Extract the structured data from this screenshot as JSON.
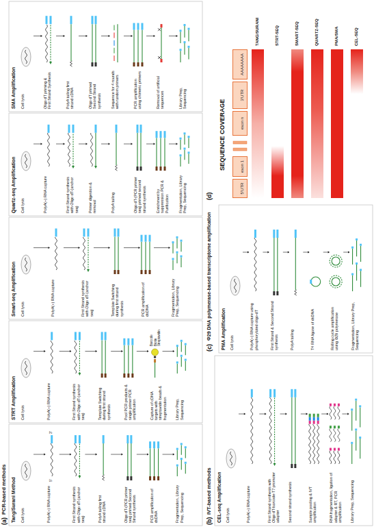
{
  "diagram": {
    "nodes": [
      {
        "text": [
          "5'UTR"
        ]
      },
      {
        "text": [
          "exon 1"
        ]
      },
      {
        "text": [
          "exon n"
        ]
      },
      {
        "text": [
          "3'UTR"
        ]
      },
      {
        "text": [
          "AAAAAAAA"
        ]
      }
    ],
    "labels": [
      "(a)",
      "PCR-based methods",
      "Tang/Surani Method",
      "Cell lysis",
      "PolyA(+) RNA capture",
      "First Strand synthesis with Oligo dT-(anchor seq)",
      "PolyA tailing first strand cDNA",
      "Oligo dT-(PCR primer seq) primed Second Strand synthesis",
      "PCR amplification of dsDNA",
      "Fragmentation, Library Prep, Sequencing",
      "STRT Amplification",
      "Cell lysis",
      "PolyA(+) RNA capture",
      "First Strand synthesis with Oligo dT-(anchor seq)",
      "Template Switching during first strand synthesis",
      "Pool PCR products & single primer PCR amplification",
      "Capture of cDNA targets with streptavidin beads & fragmentation",
      "Library Prep, Sequencing",
      "Barcode",
      "Biotin",
      "Streptavidin",
      "Smart-seq Amplification",
      "Cell lysis",
      "PolyA(+) RNA capture",
      "First Strand synthesis with Oligo dT-(anchor seq)",
      "Template Switching during first strand synthesis",
      "PCR amplification of dsDNA",
      "Fragmentation, Library Prep, Sequencing",
      "Quartz-seq Amplification",
      "Cell lysis",
      "PolyA(+) RNA capture",
      "First Strand synthesis with Oligo dT-(anchor seq)",
      "Primer digestion & removal",
      "PolyA tailing",
      "Oligo dT-(PCR primer seq) primed second strand synthesis",
      "Enrichment by suppression PCR & Purification",
      "Fragmentation, Library Prep, Sequencing",
      "SMA Amplification",
      "Cell lysis",
      "Oligo dT priming & First Strand Synthesis",
      "PolyA tailing first strand cDNA",
      "Oligo dT primed Second Strand synthesis",
      "Sequence for 4 rounds with random primers",
      "PCR amplification using chimeric primers",
      "Removal of artificial sequences",
      "Library Prep, Sequencing",
      "(b)",
      "IVT-based methods",
      "CEL-seq Amplification",
      "Cell lysis",
      "PolyA(+) RNA capture",
      "First Strand synthesis with Oligo dT-barcode-T7 promoter adapter",
      "Second strand synthesis",
      "Sample pooling & IVT amplification",
      "RNA fragmentation, ligation of adapter & RT, PCR amplification",
      "Library Prep, Sequencing",
      "(c)",
      "Φ29 DNA polymerase-based transcriptome amplification",
      "PMA Amplification",
      "Cell lysis",
      "PolyA(+) RNA capture using phosphorylated oligo-dT",
      "First Strand & Second Strand synthesis",
      "PolyA tailing",
      "T4 RNA ligase of dsDNA",
      "Rolling cycle amplification using Φ29 polymerase",
      "Fragmentation, Library Prep, Sequencing",
      "(d)",
      "SEQUENCE COVERAGE",
      "TANG/SURANI",
      "STRT-SEQ",
      "SMART-SEQ",
      "QUARTZ-SEQ",
      "PMA/SMA",
      "CEL-SEQ",
      "5'",
      "3'"
    ]
  }
}
